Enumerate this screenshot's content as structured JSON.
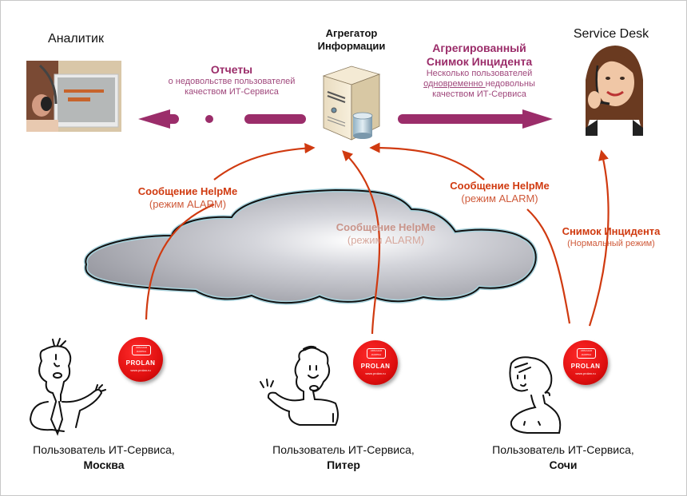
{
  "actors": {
    "analyst": {
      "title": "Аналитик"
    },
    "aggregator": {
      "title_line1": "Агрегатор",
      "title_line2": "Информации"
    },
    "service_desk": {
      "title": "Service Desk"
    }
  },
  "flows": {
    "reports": {
      "title": "Отчеты",
      "line1": "о недовольстве пользователей",
      "line2": "качеством ИТ-Сервиса"
    },
    "aggregated_snapshot": {
      "title_line1": "Агрегированный",
      "title_line2": "Снимок Инцидента",
      "line1": "Несколько пользователей",
      "line2_underlined": "одновременно ",
      "line2_rest": "недовольны",
      "line3": "качеством ИТ-Сервиса"
    },
    "helpme_moscow": {
      "title": "Сообщение HelpMe",
      "mode": "(режим ALARM)"
    },
    "helpme_piter": {
      "title": "Сообщение HelpMe",
      "mode": "(режим ALARM)"
    },
    "helpme_sochi": {
      "title": "Сообщение HelpMe",
      "mode": "(режим ALARM)"
    },
    "incident_snapshot": {
      "title": "Снимок Инцидента",
      "mode": "(Нормальный режим)"
    }
  },
  "badge": {
    "bubble_text": "КРАСНАЯ КНОПКА",
    "brand": "PROLAN",
    "url": "www.prolan.ru"
  },
  "users": [
    {
      "label": "Пользователь ИТ-Сервиса,",
      "city": "Москва"
    },
    {
      "label": "Пользователь ИТ-Сервиса,",
      "city": "Питер"
    },
    {
      "label": "Пользователь ИТ-Сервиса,",
      "city": "Сочи"
    }
  ],
  "colors": {
    "plum": "#9b2d6a",
    "arrow_red": "#d03a10",
    "badge_red": "#e01010"
  }
}
